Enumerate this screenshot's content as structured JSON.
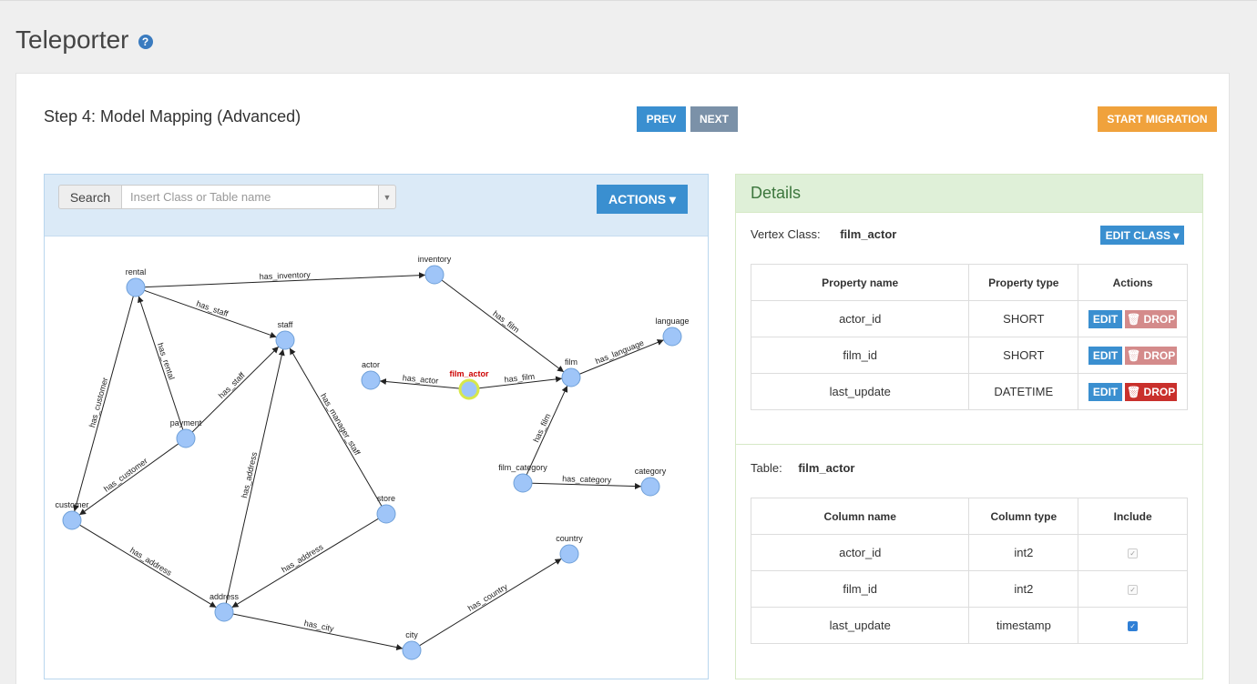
{
  "app": {
    "title": "Teleporter",
    "help_icon": "question-circle-icon"
  },
  "step": {
    "title": "Step 4: Model Mapping (Advanced)"
  },
  "nav": {
    "prev": "PREV",
    "next": "NEXT",
    "start": "START MIGRATION"
  },
  "search": {
    "label": "Search",
    "placeholder": "Insert Class or Table name",
    "actions": "ACTIONS ▾"
  },
  "graph": {
    "nodes": [
      {
        "id": "rental",
        "label": "rental"
      },
      {
        "id": "inventory",
        "label": "inventory"
      },
      {
        "id": "staff",
        "label": "staff"
      },
      {
        "id": "language",
        "label": "language"
      },
      {
        "id": "actor",
        "label": "actor"
      },
      {
        "id": "film_actor",
        "label": "film_actor",
        "selected": true
      },
      {
        "id": "film",
        "label": "film"
      },
      {
        "id": "payment",
        "label": "payment"
      },
      {
        "id": "film_category",
        "label": "film_category"
      },
      {
        "id": "category",
        "label": "category"
      },
      {
        "id": "customer",
        "label": "customer"
      },
      {
        "id": "store",
        "label": "store"
      },
      {
        "id": "country",
        "label": "country"
      },
      {
        "id": "address",
        "label": "address"
      },
      {
        "id": "city",
        "label": "city"
      }
    ],
    "edges": [
      {
        "from": "rental",
        "to": "inventory",
        "label": "has_inventory"
      },
      {
        "from": "rental",
        "to": "staff",
        "label": "has_staff"
      },
      {
        "from": "inventory",
        "to": "film",
        "label": "has_film"
      },
      {
        "from": "film",
        "to": "language",
        "label": "has_language"
      },
      {
        "from": "film_actor",
        "to": "film",
        "label": "has_film"
      },
      {
        "from": "film_actor",
        "to": "actor",
        "label": "has_actor"
      },
      {
        "from": "payment",
        "to": "rental",
        "label": "has_rental"
      },
      {
        "from": "payment",
        "to": "staff",
        "label": "has_staff"
      },
      {
        "from": "payment",
        "to": "customer",
        "label": "has_customer"
      },
      {
        "from": "rental",
        "to": "customer",
        "label": "has_customer"
      },
      {
        "from": "store",
        "to": "staff",
        "label": "has_manager_staff"
      },
      {
        "from": "address",
        "to": "staff",
        "label": "has_address"
      },
      {
        "from": "film_category",
        "to": "film",
        "label": "has_film"
      },
      {
        "from": "film_category",
        "to": "category",
        "label": "has_category"
      },
      {
        "from": "customer",
        "to": "address",
        "label": "has_address"
      },
      {
        "from": "store",
        "to": "address",
        "label": "has_address"
      },
      {
        "from": "address",
        "to": "city",
        "label": "has_city"
      },
      {
        "from": "city",
        "to": "country",
        "label": "has_country"
      }
    ],
    "colors": {
      "node": "#9fc5f8",
      "node_stroke": "#6fa0d8",
      "selected_ring": "#d7e84a",
      "selected_label": "#cc0000"
    }
  },
  "details": {
    "header": "Details",
    "vertex_label": "Vertex Class:",
    "vertex_value": "film_actor",
    "edit_class": "EDIT CLASS ▾",
    "props_headers": [
      "Property name",
      "Property type",
      "Actions"
    ],
    "props": [
      {
        "name": "actor_id",
        "type": "SHORT"
      },
      {
        "name": "film_id",
        "type": "SHORT"
      },
      {
        "name": "last_update",
        "type": "DATETIME"
      }
    ],
    "edit_label": "EDIT",
    "drop_label": "🗑 DROP",
    "table_label": "Table:",
    "table_value": "film_actor",
    "cols_headers": [
      "Column name",
      "Column type",
      "Include"
    ],
    "cols": [
      {
        "name": "actor_id",
        "type": "int2",
        "include": false
      },
      {
        "name": "film_id",
        "type": "int2",
        "include": false
      },
      {
        "name": "last_update",
        "type": "timestamp",
        "include": true
      }
    ]
  }
}
